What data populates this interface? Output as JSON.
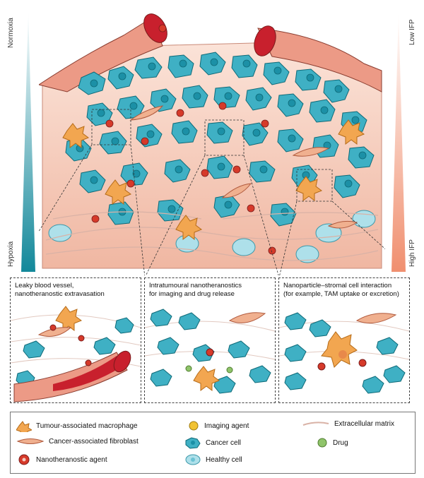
{
  "gradient_labels": {
    "left_top": "Normoxia",
    "left_bottom": "Hypoxia",
    "right_top": "Low IFP",
    "right_bottom": "High IFP"
  },
  "panels": [
    {
      "title_line1": "Leaky blood vessel,",
      "title_line2": "nanotheranostic extravasation"
    },
    {
      "title_line1": "Intratumoural nanotheranostics",
      "title_line2": "for imaging and drug release"
    },
    {
      "title_line1": "Nanoparticle–stromal cell interaction",
      "title_line2": "(for example, TAM uptake or excretion)"
    }
  ],
  "legend": {
    "tam": "Tumour-associated macrophage",
    "caf": "Cancer-associated fibroblast",
    "nano": "Nanotheranostic agent",
    "imaging": "Imaging agent",
    "cancer": "Cancer cell",
    "healthy": "Healthy cell",
    "ecm": "Extracellular matrix",
    "drug": "Drug"
  },
  "colors": {
    "teal": "#1b8a9b",
    "teal_dark": "#0e6a78",
    "cell_fill": "#3fb0c4",
    "healthy_fill": "#aee0ea",
    "tissue": "#f5c8b8",
    "vessel": "#e8917a",
    "vessel_lumen": "#c8202d",
    "tam": "#f2a650",
    "nano": "#d63a2a",
    "imaging": "#f1c232",
    "drug": "#8fc46a"
  }
}
